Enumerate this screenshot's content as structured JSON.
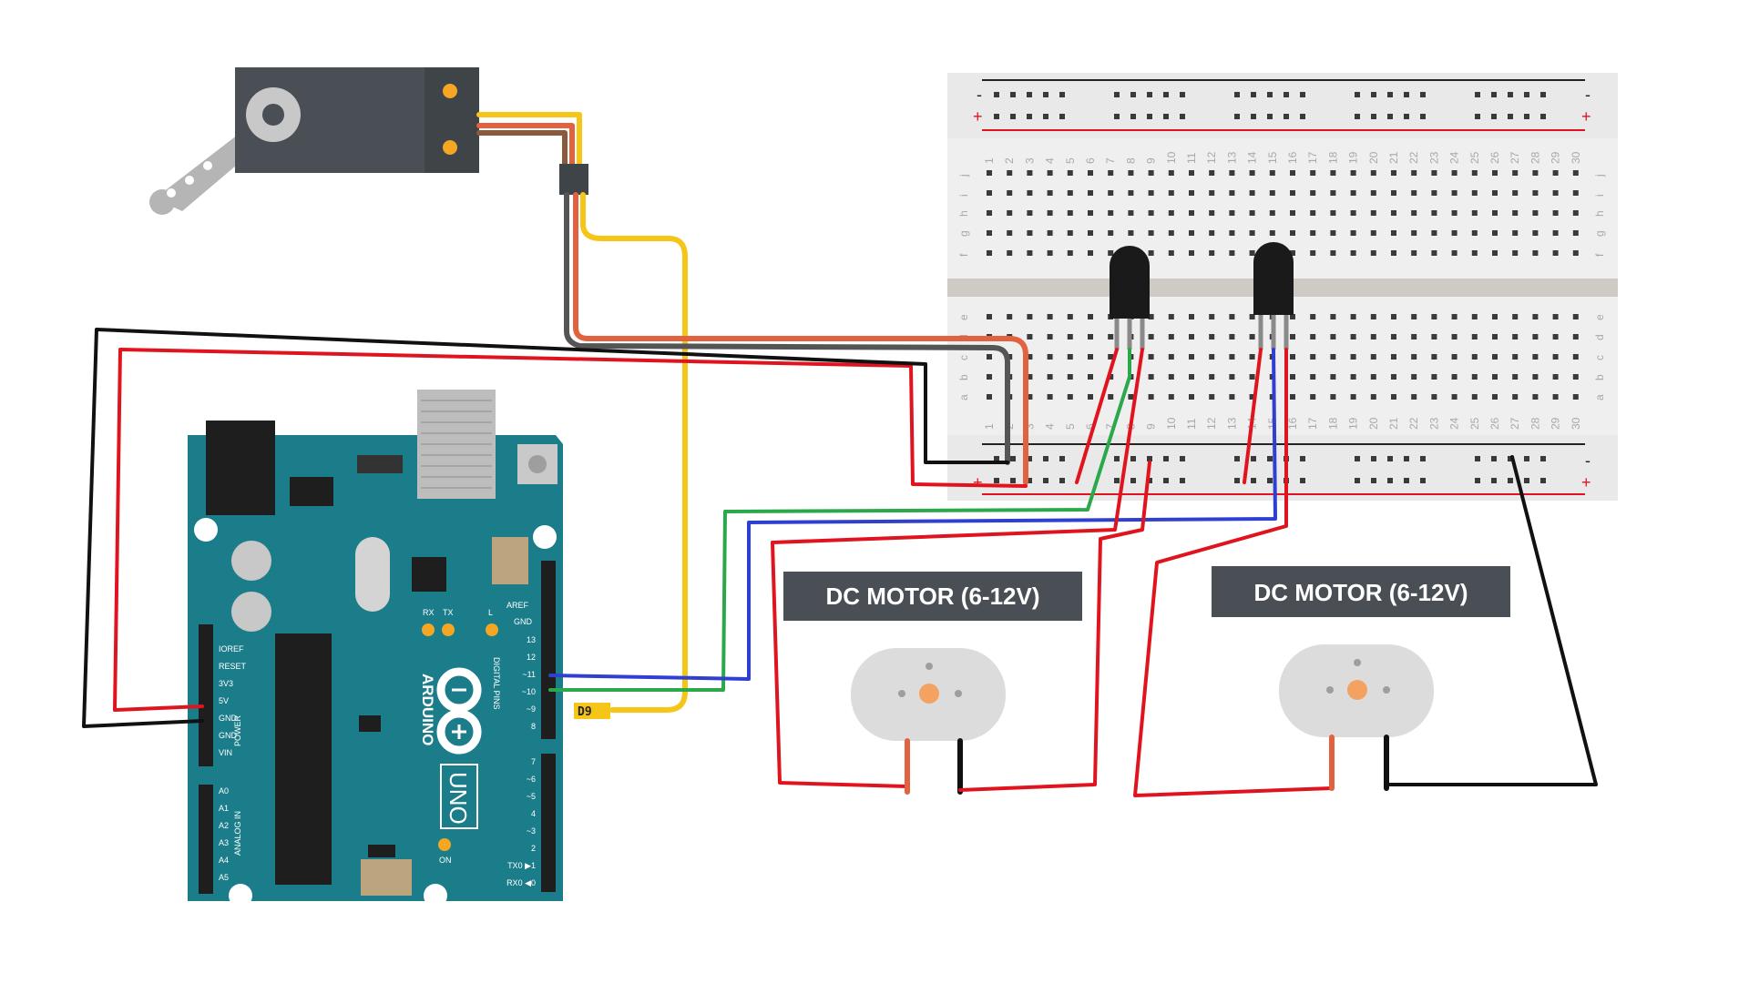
{
  "colors": {
    "wire_red": "#e0141e",
    "wire_black": "#111111",
    "wire_green": "#2aa84a",
    "wire_blue": "#2f3fd0",
    "wire_yellow": "#f5c518",
    "wire_orange_red": "#e2613f",
    "wire_gray": "#555555",
    "arduino_board": "#1b7d8a",
    "motor_label_bg": "#4a4f55",
    "motor_body": "#dcdcdc",
    "motor_shaft": "#f4a261"
  },
  "motors": [
    {
      "label": "DC MOTOR (6-12V)"
    },
    {
      "label": "DC MOTOR (6-12V)"
    }
  ],
  "arduino": {
    "brand": "ARDUINO",
    "model": "UNO",
    "on_label": "ON",
    "tx_label": "TX",
    "rx_label": "RX",
    "l_label": "L",
    "aref": "AREF",
    "gnd_top": "GND",
    "digital_label": "DIGITAL PINS",
    "power_label": "POWER",
    "analog_label": "ANALOG IN",
    "power_pins": [
      "IOREF",
      "RESET",
      "3V3",
      "5V",
      "GND",
      "GND",
      "VIN"
    ],
    "analog_pins": [
      "A0",
      "A1",
      "A2",
      "A3",
      "A4",
      "A5"
    ],
    "digital_pins_upper": [
      "13",
      "12",
      "~11",
      "~10",
      "~9",
      "8"
    ],
    "digital_pins_lower": [
      "7",
      "~6",
      "~5",
      "4",
      "~3",
      "2",
      "TX0 ▶1",
      "RX0 ◀0"
    ]
  },
  "pin_tag": "D9",
  "breadboard": {
    "rows_top": [
      "j",
      "i",
      "h",
      "g",
      "f"
    ],
    "rows_bottom": [
      "e",
      "d",
      "c",
      "b",
      "a"
    ],
    "columns": [
      "1",
      "2",
      "3",
      "4",
      "5",
      "6",
      "7",
      "8",
      "9",
      "10",
      "11",
      "12",
      "13",
      "14",
      "15",
      "16",
      "17",
      "18",
      "19",
      "20",
      "21",
      "22",
      "23",
      "24",
      "25",
      "26",
      "27",
      "28",
      "29",
      "30"
    ],
    "plus": "+",
    "minus": "-"
  }
}
